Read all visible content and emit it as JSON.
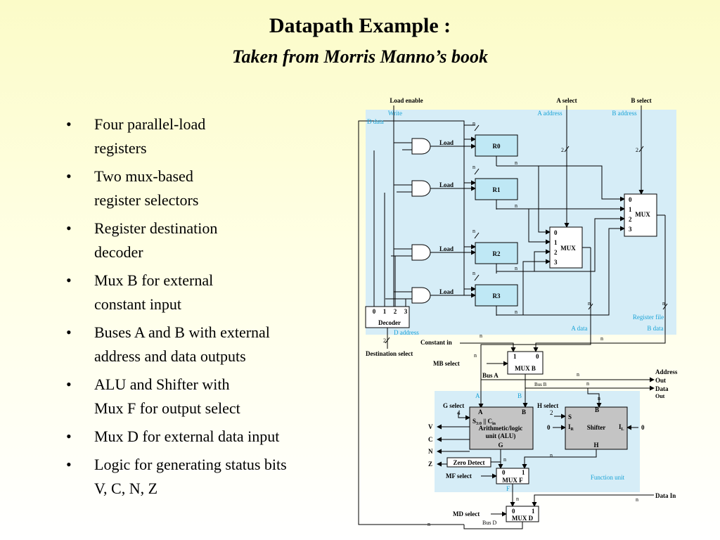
{
  "slide": {
    "title": "Datapath Example :",
    "subtitle": "Taken from Morris Manno’s book"
  },
  "bullets": [
    {
      "bullet": "•",
      "lines": [
        "Four parallel-load",
        "registers"
      ]
    },
    {
      "bullet": "•",
      "lines": [
        "Two mux-based",
        "register selectors"
      ]
    },
    {
      "bullet": "•",
      "lines": [
        "Register destination",
        "decoder"
      ]
    },
    {
      "bullet": "•",
      "lines": [
        "Mux  B for external",
        "constant input"
      ]
    },
    {
      "bullet": "•",
      "lines": [
        "Buses A and B with external",
        "address and data outputs"
      ]
    },
    {
      "bullet": "•",
      "lines": [
        "ALU and Shifter with",
        "Mux F for output select"
      ]
    },
    {
      "bullet": "•",
      "lines": [
        "Mux D for external data input"
      ]
    },
    {
      "bullet": "•",
      "lines": [
        "Logic for generating status bits",
        "V, C, N, Z"
      ]
    }
  ],
  "diagram": {
    "colors": {
      "panel": "#d6edf7",
      "register": "#bfe8f5",
      "unit": "#c4c4c4",
      "cyan_label": "#1aa3d6",
      "line": "#000000"
    },
    "top_labels": {
      "load_enable": "Load enable",
      "a_select": "A select",
      "b_select": "B select",
      "write": "Write",
      "a_address": "A address",
      "b_address": "B address",
      "d_data": "D data"
    },
    "registers": [
      "R0",
      "R1",
      "R2",
      "R3"
    ],
    "load": "Load",
    "n": "n",
    "two": "2",
    "four": "4",
    "mux": "MUX",
    "mux_inputs": [
      "0",
      "1",
      "2",
      "3"
    ],
    "decoder": {
      "outputs": [
        "0",
        "1",
        "2",
        "3"
      ],
      "label": "Decoder",
      "d_address": "D address",
      "destination_select": "Destination select"
    },
    "register_file": "Register file",
    "a_data": "A data",
    "b_data": "B data",
    "constant_in": "Constant in",
    "mb_select": "MB select",
    "mux_b": {
      "label": "MUX B",
      "in1": "1",
      "in0": "0"
    },
    "bus_a": "Bus A",
    "bus_b": "Bus B",
    "address_out": [
      "Address",
      "Out"
    ],
    "data_out": [
      "Data",
      "Out"
    ],
    "function_unit": {
      "a": "A",
      "b": "B",
      "label": "Function unit"
    },
    "alu": {
      "g_select": "G select",
      "a": "A",
      "b": "B",
      "s": "S",
      "s_sub": "3:0",
      "or": " || C",
      "c_sub": "in",
      "line1": "Arithmetic/logic",
      "line2": "unit (ALU)",
      "g": "G"
    },
    "shifter": {
      "h_select": "H select",
      "b": "B",
      "s": "S",
      "ir": "I",
      "ir_sub": "R",
      "label": "Shifter",
      "il": "I",
      "il_sub": "L",
      "h": "H",
      "zero_left": "0",
      "zero_right": "0"
    },
    "status": [
      "V",
      "C",
      "N",
      "Z"
    ],
    "zero_detect": "Zero Detect",
    "mf_select": "MF select",
    "mux_f": {
      "label": "MUX F",
      "in0": "0",
      "in1": "1",
      "out": "F"
    },
    "data_in": "Data In",
    "md_select": "MD select",
    "mux_d": {
      "label": "MUX D",
      "in0": "0",
      "in1": "1"
    },
    "bus_d": "Bus D"
  }
}
